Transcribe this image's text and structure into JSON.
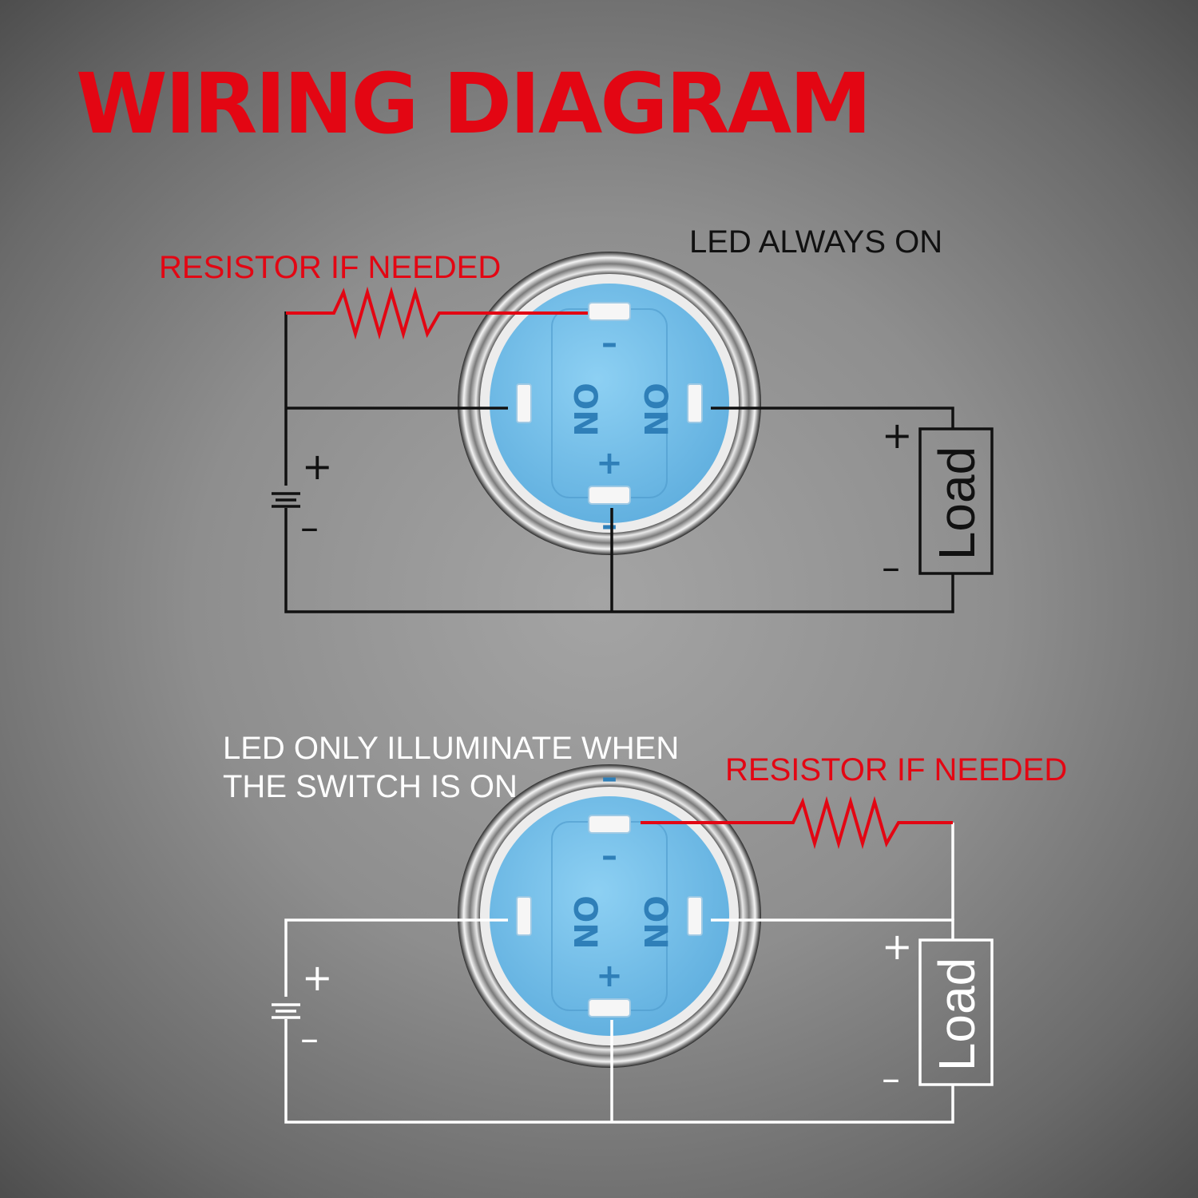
{
  "title": "WIRING DIAGRAM",
  "colors": {
    "title": "#e30613",
    "resistor": "#e30613",
    "wire_top": "#111111",
    "wire_bottom": "#ffffff",
    "switch_face": "#7dc3ec"
  },
  "switch_markings": {
    "on": "ON",
    "plus": "+",
    "minus": "–"
  },
  "top_circuit": {
    "caption": "LED ALWAYS ON",
    "resistor_label": "RESISTOR IF NEEDED",
    "battery_plus": "+",
    "battery_minus": "–",
    "load_label": "Load",
    "load_plus": "+",
    "load_minus": "–"
  },
  "bottom_circuit": {
    "caption_line1": "LED ONLY ILLUMINATE WHEN",
    "caption_line2": "THE SWITCH IS ON",
    "resistor_label": "RESISTOR IF NEEDED",
    "battery_plus": "+",
    "battery_minus": "–",
    "load_label": "Load",
    "load_plus": "+",
    "load_minus": "–"
  }
}
